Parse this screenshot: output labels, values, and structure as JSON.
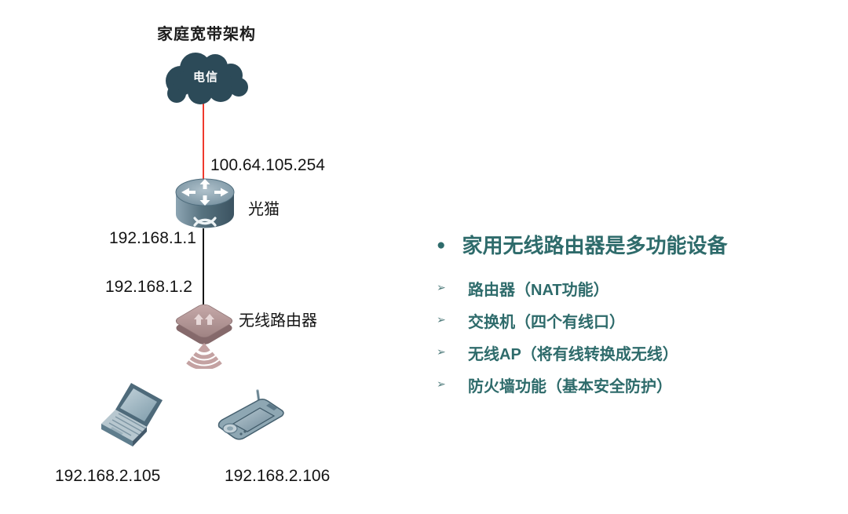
{
  "title": "家庭宽带架构",
  "diagram": {
    "cloud": {
      "label": "电信"
    },
    "wan_ip": "100.64.105.254",
    "modem": {
      "label": "光猫",
      "ip": "192.168.1.1"
    },
    "wireless_router": {
      "label": "无线路由器",
      "ip": "192.168.1.2"
    },
    "devices": [
      {
        "type": "laptop",
        "ip": "192.168.2.105"
      },
      {
        "type": "pda",
        "ip": "192.168.2.106"
      }
    ]
  },
  "panel": {
    "bullet_marker": "●",
    "arrow_marker": "➢",
    "heading": "家用无线路由器是多功能设备",
    "items": [
      "路由器（NAT功能）",
      "交换机（四个有线口）",
      "无线AP（将有线转换成无线）",
      "防火墙功能（基本安全防护）"
    ]
  },
  "colors": {
    "accent_teal": "#2E6B6B",
    "cloud_fill": "#2C4A58",
    "wan_link_red": "#EF3A2D",
    "lan_link_black": "#161616",
    "router_icon_slate": "#5D7B8C",
    "wireless_router_mauve": "#B29090",
    "device_slate": "#8EA7B3"
  }
}
